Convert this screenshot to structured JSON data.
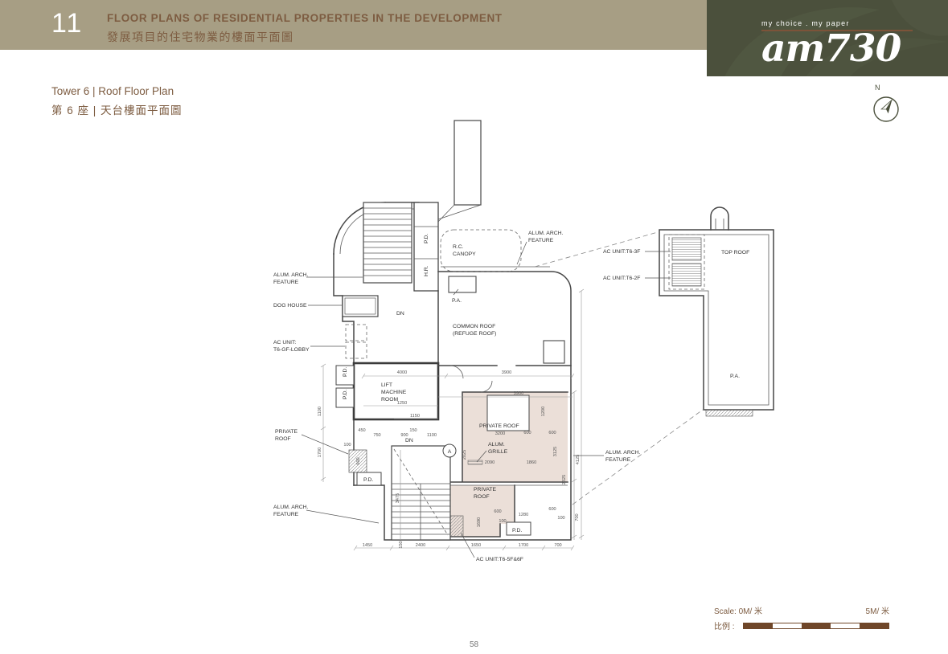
{
  "header": {
    "section_number": "11",
    "title_en": "FLOOR PLANS OF RESIDENTIAL PROPERTIES IN THE DEVELOPMENT",
    "title_zh": "發展項目的住宅物業的樓面平面圖"
  },
  "logo": {
    "tagline": "my choice . my paper",
    "brand": "am730"
  },
  "compass": {
    "north_label": "N"
  },
  "subtitle": {
    "en": "Tower 6  |  Roof Floor Plan",
    "zh": "第 6 座  |  天台樓面平面圖"
  },
  "scale_bar": {
    "left_label": "Scale: 0M/ 米",
    "right_label": "5M/ 米",
    "zh_label": "比例 :"
  },
  "footer": {
    "page_number": "58"
  },
  "plan": {
    "labels": {
      "alum_arch_1": "ALUM. ARCH.",
      "alum_arch_2": "FEATURE",
      "dog_house": "DOG HOUSE",
      "ac_unit_gf_1": "AC UNIT:",
      "ac_unit_gf_2": "T6-GF-LOBBY",
      "private_1": "PRIVATE",
      "private_2": "ROOF",
      "private_roof": "PRIVATE ROOF",
      "rc_canopy_1": "R.C.",
      "rc_canopy_2": "CANOPY",
      "pa": "P.A.",
      "pd": "P.D.",
      "hr": "H.R.",
      "dn": "DN",
      "common_roof_1": "COMMON ROOF",
      "common_roof_2": "(REFUGE ROOF)",
      "lift_1": "LIFT",
      "lift_2": "MACHINE",
      "lift_3": "ROOM",
      "alum_grille_1": "ALUM.",
      "alum_grille_2": "GRILLE",
      "unit_a": "A",
      "ac_unit_3f": "AC UNIT:T6-3F",
      "ac_unit_2f": "AC UNIT:T6-2F",
      "ac_unit_56f": "AC UNIT:T6-5F&6F",
      "top_roof": "TOP ROOF"
    },
    "dims": [
      "4000",
      "3900",
      "3900",
      "1250",
      "1150",
      "3200",
      "2090",
      "1860",
      "1450",
      "2400",
      "1650",
      "1700",
      "700",
      "1100",
      "1700",
      "2025",
      "3125",
      "1200",
      "4125",
      "2325",
      "700",
      "3475",
      "1690",
      "150",
      "450",
      "750",
      "900",
      "150",
      "1100",
      "600",
      "600",
      "600",
      "600",
      "600",
      "100",
      "100",
      "1280",
      "100"
    ]
  }
}
